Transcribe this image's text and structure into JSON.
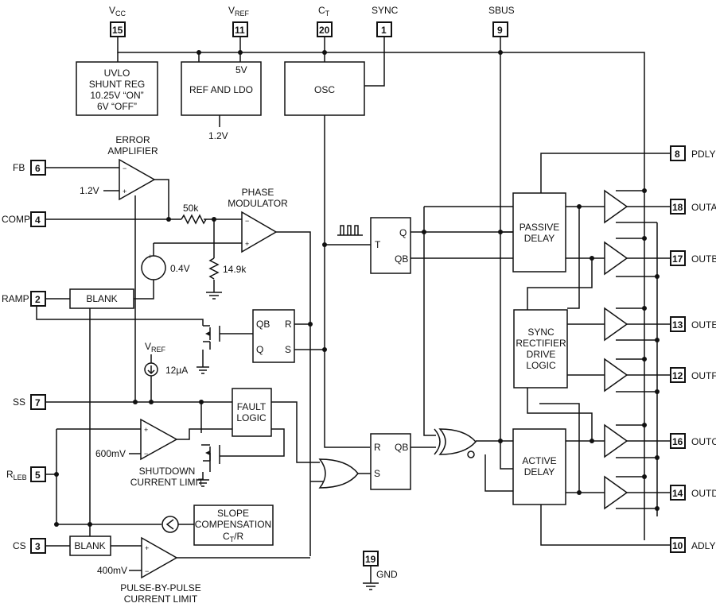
{
  "pins": {
    "vcc": {
      "num": "15",
      "name": "V",
      "sub": "CC"
    },
    "vref": {
      "num": "11",
      "name": "V",
      "sub": "REF"
    },
    "ct": {
      "num": "20",
      "name": "C",
      "sub": "T"
    },
    "sync": {
      "num": "1",
      "name": "SYNC"
    },
    "sbus": {
      "num": "9",
      "name": "SBUS"
    },
    "fb": {
      "num": "6",
      "name": "FB"
    },
    "comp": {
      "num": "4",
      "name": "COMP"
    },
    "ramp": {
      "num": "2",
      "name": "RAMP"
    },
    "ss": {
      "num": "7",
      "name": "SS"
    },
    "rleb": {
      "num": "5",
      "name": "R",
      "sub": "LEB"
    },
    "cs": {
      "num": "3",
      "name": "CS"
    },
    "gnd": {
      "num": "19",
      "name": "GND"
    },
    "pdly": {
      "num": "8",
      "name": "PDLY"
    },
    "outa": {
      "num": "18",
      "name": "OUTA"
    },
    "outb": {
      "num": "17",
      "name": "OUTB"
    },
    "oute": {
      "num": "13",
      "name": "OUTE"
    },
    "outf": {
      "num": "12",
      "name": "OUTF"
    },
    "outc": {
      "num": "16",
      "name": "OUTC"
    },
    "outd": {
      "num": "14",
      "name": "OUTD"
    },
    "adly": {
      "num": "10",
      "name": "ADLY"
    }
  },
  "blocks": {
    "uvlo": [
      "UVLO",
      "SHUNT REG",
      "10.25V “ON”",
      "6V “OFF”"
    ],
    "ref_ldo": "REF AND LDO",
    "ref_5v": "5V",
    "ref_1v2": "1.2V",
    "osc": "OSC",
    "error_amp": [
      "ERROR",
      "AMPLIFIER"
    ],
    "error_ref": "1.2V",
    "phase_mod": [
      "PHASE",
      "MODULATOR"
    ],
    "r50k": "50k",
    "r14k9": "14.9k",
    "offset": "0.4V",
    "blank1": "BLANK",
    "blank2": "BLANK",
    "vref_src": {
      "name": "V",
      "sub": "REF"
    },
    "i12": "12µA",
    "fault": [
      "FAULT",
      "LOGIC"
    ],
    "shutdown": [
      "SHUTDOWN",
      "CURRENT LIMIT"
    ],
    "shutdown_ref": "600mV",
    "slope": [
      "SLOPE",
      "COMPENSATION",
      "C",
      "T",
      "/R"
    ],
    "pbp": [
      "PULSE-BY-PULSE",
      "CURRENT LIMIT"
    ],
    "pbp_ref": "400mV",
    "passive": [
      "PASSIVE",
      "DELAY"
    ],
    "active": [
      "ACTIVE",
      "DELAY"
    ],
    "sync_rect": [
      "SYNC",
      "RECTIFIER",
      "DRIVE",
      "LOGIC"
    ],
    "tff": {
      "t": "T",
      "q": "Q",
      "qb": "QB"
    },
    "srff1": {
      "qb": "QB",
      "q": "Q",
      "r": "R",
      "s": "S"
    },
    "srff2": {
      "r": "R",
      "s": "S",
      "qb": "QB"
    }
  }
}
